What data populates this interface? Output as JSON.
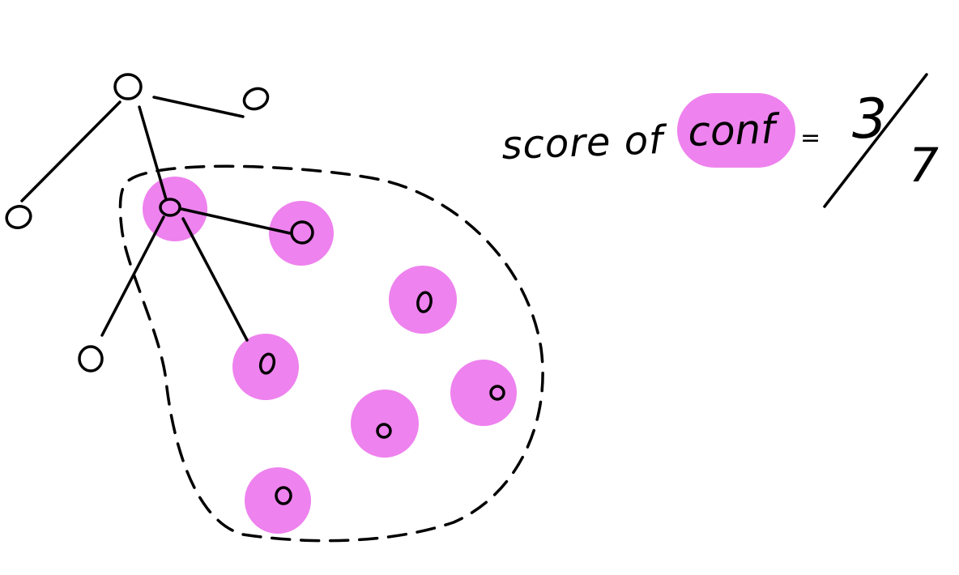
{
  "diagram": {
    "label": {
      "prefix": "score of",
      "highlight": "conf",
      "equals": "=",
      "numerator": "3",
      "denominator": "7"
    },
    "colors": {
      "ink": "#000000",
      "highlight": "#ee82ee",
      "background": "#ffffff"
    },
    "highlighted_node_count": 7,
    "plain_node_count": 4,
    "cluster_outline": "dashed"
  }
}
